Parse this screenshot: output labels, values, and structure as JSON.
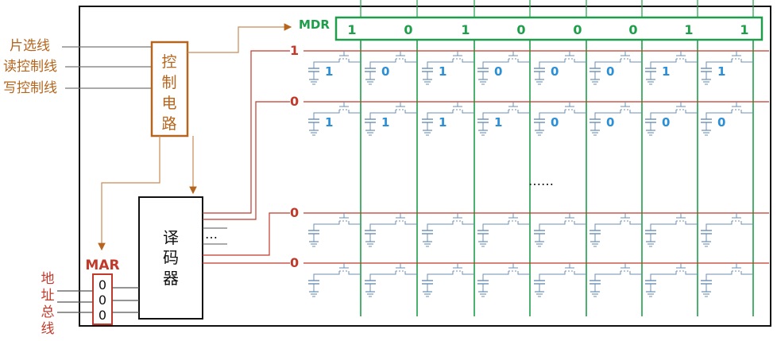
{
  "inputs": {
    "chip_select": "片选线",
    "read_control": "读控制线",
    "write_control": "写控制线",
    "address_bus": [
      "地",
      "址",
      "总",
      "线"
    ]
  },
  "control_circuit": [
    "控",
    "制",
    "电",
    "路"
  ],
  "decoder": [
    "译",
    "码",
    "器"
  ],
  "decoder_ellipsis": "…",
  "mar": {
    "label": "MAR",
    "bits": [
      "0",
      "0",
      "0"
    ]
  },
  "mdr": {
    "label": "MDR",
    "bits": [
      "1",
      "0",
      "1",
      "0",
      "0",
      "0",
      "1",
      "1"
    ]
  },
  "word_lines": [
    {
      "select": "1",
      "cells": [
        "1",
        "0",
        "1",
        "0",
        "0",
        "0",
        "1",
        "1"
      ]
    },
    {
      "select": "0",
      "cells": [
        "1",
        "1",
        "1",
        "1",
        "0",
        "0",
        "0",
        "0"
      ]
    },
    {
      "select": "0",
      "cells": [
        "",
        "",
        "",
        "",
        "",
        "",
        "",
        ""
      ]
    },
    {
      "select": "0",
      "cells": [
        "",
        "",
        "",
        "",
        "",
        "",
        "",
        ""
      ]
    }
  ],
  "middle_ellipsis": "……",
  "colors": {
    "control": "#b5651d",
    "address": "#c0392b",
    "bitline": "#1e9e4a",
    "cell": "#6b8fb3",
    "cell_value": "#2a8fd6"
  }
}
